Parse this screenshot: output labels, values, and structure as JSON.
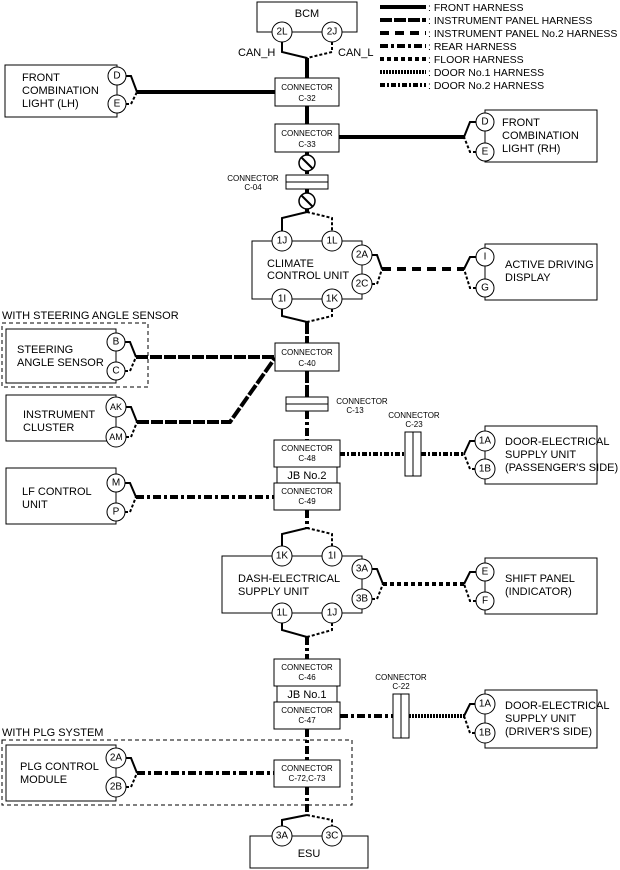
{
  "legend": [
    {
      "style": "front",
      "label": ": FRONT HARNESS"
    },
    {
      "style": "ip",
      "label": ": INSTRUMENT PANEL HARNESS"
    },
    {
      "style": "ip2",
      "label": ": INSTRUMENT PANEL No.2 HARNESS"
    },
    {
      "style": "rear",
      "label": ": REAR HARNESS"
    },
    {
      "style": "floor",
      "label": ": FLOOR HARNESS"
    },
    {
      "style": "door1",
      "label": ": DOOR No.1 HARNESS"
    },
    {
      "style": "door2",
      "label": ": DOOR No.2 HARNESS"
    }
  ],
  "modules": {
    "bcm": {
      "name": "BCM",
      "pins": [
        "2L",
        "2J"
      ],
      "can_h": "CAN_H",
      "can_l": "CAN_L"
    },
    "fcl_lh": {
      "lines": [
        "FRONT",
        "COMBINATION",
        "LIGHT (LH)"
      ],
      "pins": [
        "D",
        "E"
      ]
    },
    "fcl_rh": {
      "lines": [
        "FRONT",
        "COMBINATION",
        "LIGHT (RH)"
      ],
      "pins": [
        "D",
        "E"
      ]
    },
    "ccu": {
      "lines": [
        "CLIMATE",
        "CONTROL UNIT"
      ],
      "pins": [
        "1J",
        "1L",
        "2A",
        "2C",
        "1I",
        "1K"
      ]
    },
    "add": {
      "lines": [
        "ACTIVE DRIVING",
        "DISPLAY"
      ],
      "pins": [
        "I",
        "G"
      ]
    },
    "sas": {
      "group": "WITH STEERING ANGLE SENSOR",
      "lines": [
        "STEERING",
        "ANGLE SENSOR"
      ],
      "pins": [
        "B",
        "C"
      ]
    },
    "ic": {
      "lines": [
        "INSTRUMENT",
        "CLUSTER"
      ],
      "pins": [
        "AK",
        "AM"
      ]
    },
    "lf": {
      "lines": [
        "LF CONTROL",
        "UNIT"
      ],
      "pins": [
        "M",
        "P"
      ]
    },
    "desu_p": {
      "lines": [
        "DOOR-ELECTRICAL",
        "SUPPLY UNIT",
        "(PASSENGER'S SIDE)"
      ],
      "pins": [
        "1A",
        "1B"
      ]
    },
    "dash": {
      "lines": [
        "DASH-ELECTRICAL",
        "SUPPLY UNIT"
      ],
      "pins": [
        "1K",
        "1I",
        "3A",
        "3B",
        "1L",
        "1J"
      ]
    },
    "shift": {
      "lines": [
        "SHIFT PANEL",
        "(INDICATOR)"
      ],
      "pins": [
        "E",
        "F"
      ]
    },
    "desu_d": {
      "lines": [
        "DOOR-ELECTRICAL",
        "SUPPLY UNIT",
        "(DRIVER'S SIDE)"
      ],
      "pins": [
        "1A",
        "1B"
      ]
    },
    "plg": {
      "group": "WITH PLG SYSTEM",
      "lines": [
        "PLG CONTROL",
        "MODULE"
      ],
      "pins": [
        "2A",
        "2B"
      ]
    },
    "esu": {
      "name": "ESU",
      "pins": [
        "3A",
        "3C"
      ]
    }
  },
  "connectors": {
    "word": "CONNECTOR",
    "c32": "C-32",
    "c33": "C-33",
    "c04": "C-04",
    "c40": "C-40",
    "c13": "C-13",
    "c23": "C-23",
    "c48": "C-48",
    "jb2": "JB No.2",
    "c49": "C-49",
    "c46": "C-46",
    "jb1": "JB No.1",
    "c47": "C-47",
    "c22": "C-22",
    "c72": "C-72,C-73"
  }
}
